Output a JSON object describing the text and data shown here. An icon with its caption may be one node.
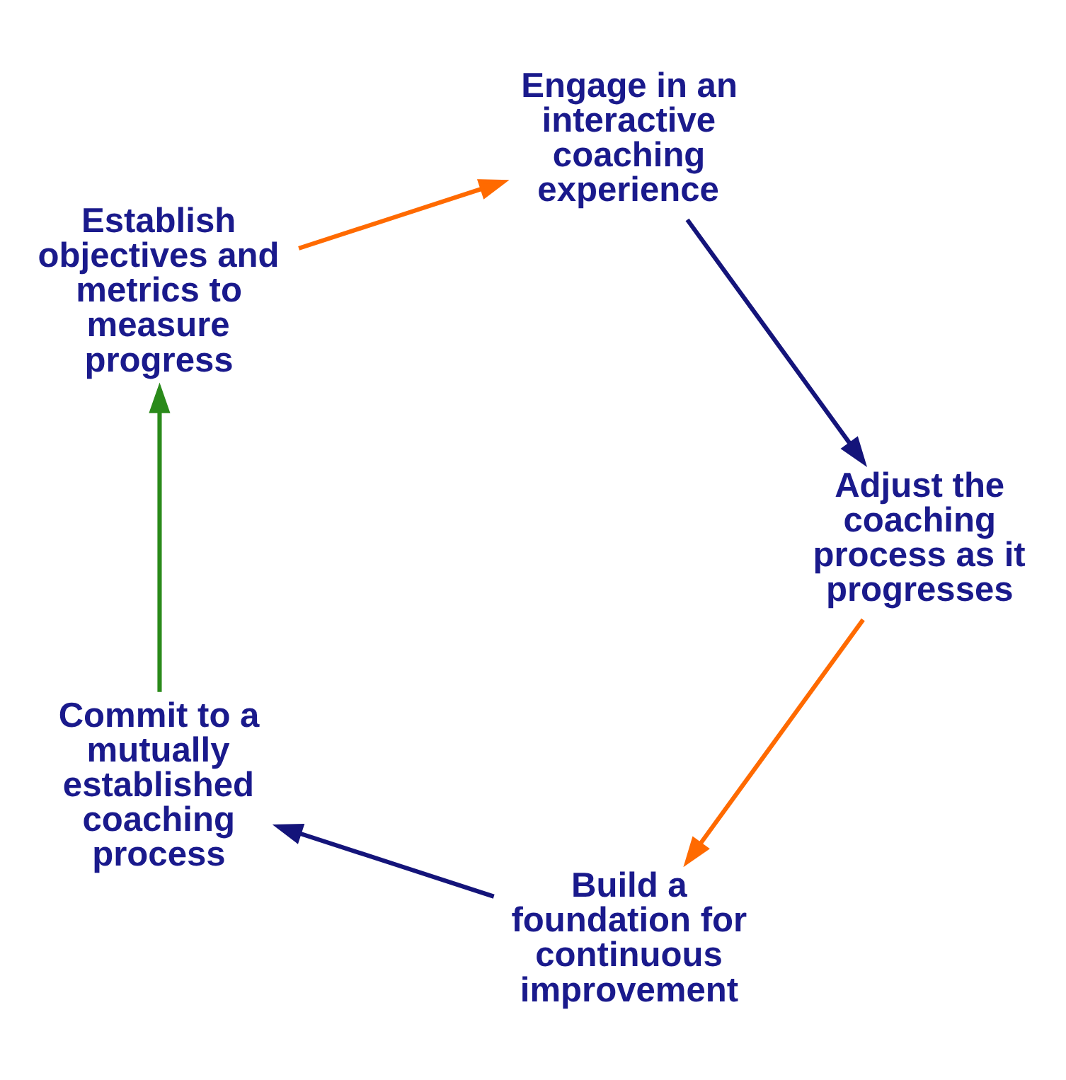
{
  "diagram": {
    "nodes": [
      {
        "text": [
          "Build a foundation for continuous improvement"
        ]
      },
      {
        "text": [
          "Commit to a mutually established coaching process"
        ]
      },
      {
        "text": [
          "Establish objectives and metrics to measure progress"
        ]
      },
      {
        "text": [
          "Engage in an interactive coaching experience"
        ]
      },
      {
        "text": [
          "Adjust the coaching process as it progresses"
        ]
      }
    ],
    "edges": [
      {
        "from": 0,
        "to": 1,
        "arrow": "to",
        "color": "#14147a"
      },
      {
        "from": 1,
        "to": 2,
        "arrow": "to",
        "color": "#2a8a1a"
      },
      {
        "from": 2,
        "to": 3,
        "arrow": "to",
        "color": "#ff6a00"
      },
      {
        "from": 3,
        "to": 4,
        "arrow": "to",
        "color": "#14147a"
      },
      {
        "from": 4,
        "to": 0,
        "arrow": "to",
        "color": "#ff6a00"
      }
    ]
  }
}
